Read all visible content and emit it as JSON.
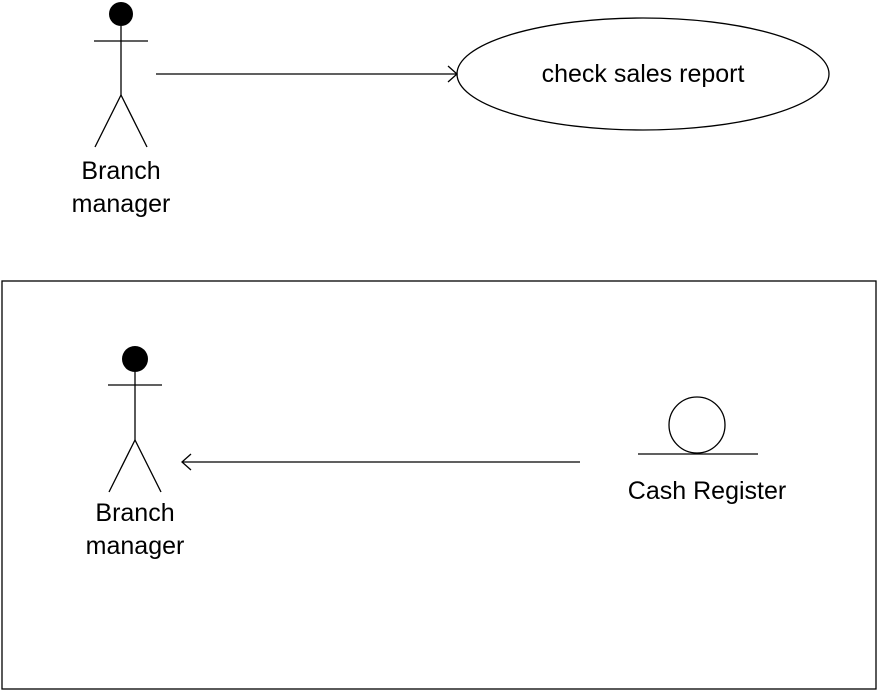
{
  "use_case_diagram": {
    "actor": {
      "name_line1": "Branch",
      "name_line2": "manager"
    },
    "use_case": {
      "label": "check sales report"
    }
  },
  "robustness_diagram": {
    "actor": {
      "name_line1": "Branch",
      "name_line2": "manager"
    },
    "entity": {
      "label": "Cash Register"
    }
  }
}
